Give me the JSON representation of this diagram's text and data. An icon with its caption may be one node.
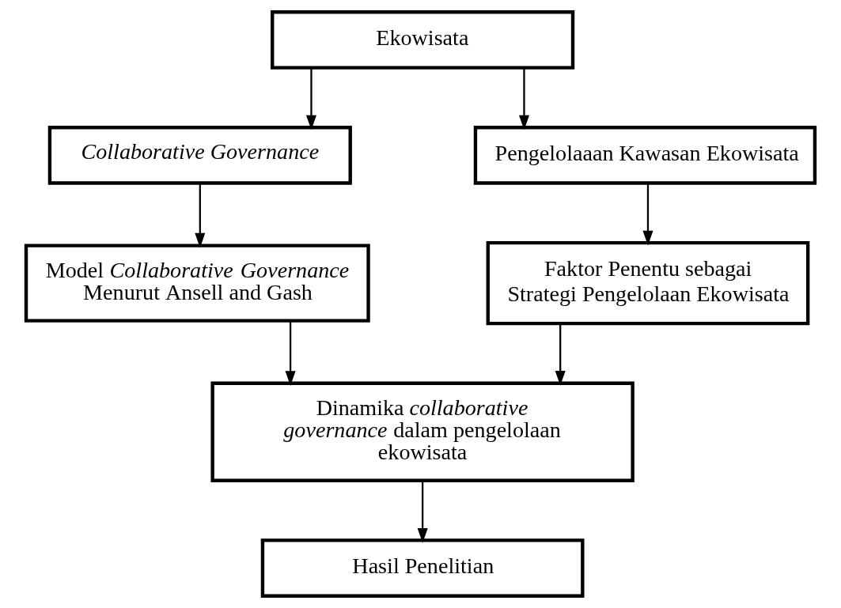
{
  "diagram": {
    "nodes": [
      {
        "text": [
          "Ekowisata"
        ]
      },
      {
        "text": [
          "Collaborative Governance"
        ]
      },
      {
        "text": [
          "Pengelolaaan Kawasan Ekowisata"
        ]
      },
      {
        "text": [
          "Model *Collaborative Governance* Menurut Ansell and Gash"
        ]
      },
      {
        "text": [
          "Faktor Penentu sebagai Strategi Pengelolaan Ekowisata"
        ]
      },
      {
        "text": [
          "Dinamika *collaborative governance* dalam pengelolaan ekowisata"
        ]
      },
      {
        "text": [
          "Hasil Penelitian"
        ]
      }
    ],
    "edges": [
      {
        "from": 0,
        "to": 1,
        "arrow": "to"
      },
      {
        "from": 0,
        "to": 2,
        "arrow": "to"
      },
      {
        "from": 1,
        "to": 3,
        "arrow": "to"
      },
      {
        "from": 2,
        "to": 4,
        "arrow": "to"
      },
      {
        "from": 3,
        "to": 5,
        "arrow": "to"
      },
      {
        "from": 4,
        "to": 5,
        "arrow": "to"
      },
      {
        "from": 5,
        "to": 6,
        "arrow": "to"
      }
    ]
  }
}
